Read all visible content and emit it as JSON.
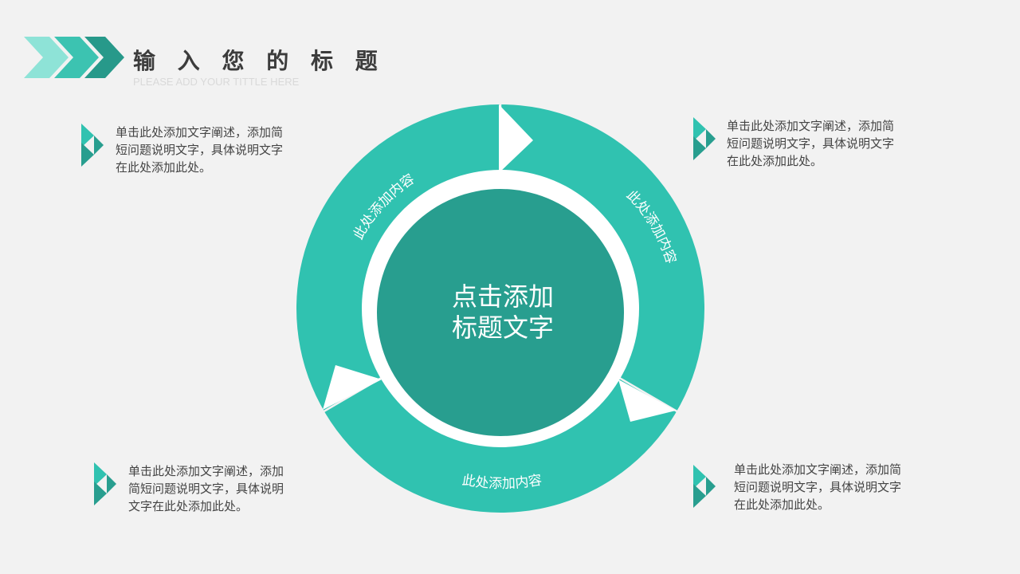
{
  "header": {
    "title": "输 入 您 的 标 题",
    "subtitle": "PLEASE ADD YOUR TITTLE HERE"
  },
  "colors": {
    "ring": "#30c2b0",
    "center": "#289e8f",
    "chevron_light": "#8ee3d7",
    "chevron_mid": "#3cc3b1",
    "chevron_dark": "#27998a"
  },
  "diagram": {
    "center_line1": "点击添加",
    "center_line2": "标题文字",
    "segment_left": "此处添加内容",
    "segment_right": "此处添加内容",
    "segment_bottom": "此处添加内容"
  },
  "blocks": [
    {
      "line1": "单击此处添加文字阐述，添加简",
      "line2": "短问题说明文字，具体说明文字",
      "line3": "在此处添加此处。"
    },
    {
      "line1": "单击此处添加文字阐述，添加简",
      "line2": "短问题说明文字，具体说明文字",
      "line3": "在此处添加此处。"
    },
    {
      "line1": "单击此处添加文字阐述，添加",
      "line2": "简短问题说明文字，具体说明",
      "line3": "文字在此处添加此处。"
    },
    {
      "line1": "单击此处添加文字阐述，添加简",
      "line2": "短问题说明文字，具体说明文字",
      "line3": "在此处添加此处。"
    }
  ]
}
